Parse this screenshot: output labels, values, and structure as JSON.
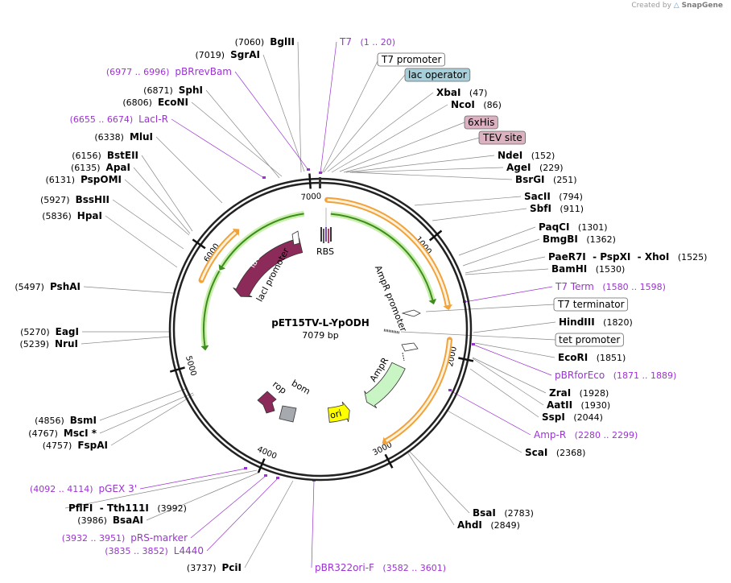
{
  "credit": {
    "prefix": "Created by",
    "brand": "SnapGene"
  },
  "plasmid": {
    "name": "pET15TV-L-YpODH",
    "length_label": "7079 bp",
    "length": 7079
  },
  "tick_labels": [
    "7000",
    "1000",
    "2000",
    "3000",
    "4000",
    "5000",
    "6000"
  ],
  "arc_features": [
    {
      "name": "lacI",
      "kind": "cds",
      "color": "#8c2b5a"
    },
    {
      "name": "lacI promoter",
      "kind": "promoter",
      "color": "#ffffff"
    },
    {
      "name": "AmpR promoter",
      "kind": "promoter",
      "color": "#ffffff"
    },
    {
      "name": "AmpR",
      "kind": "cds",
      "color": "#c9f5c4"
    },
    {
      "name": "ori",
      "kind": "origin",
      "color": "#ffff00"
    },
    {
      "name": "rop",
      "kind": "cds",
      "color": "#8c2b5a"
    },
    {
      "name": "bom",
      "kind": "misc",
      "color": "#a6a9ae"
    },
    {
      "name": "RBS",
      "kind": "rbs",
      "color": "#ffffff"
    }
  ],
  "labels": [
    {
      "pos": "(7060)",
      "name": "BglII",
      "kind": "site"
    },
    {
      "pos": "(7019)",
      "name": "SgrAI",
      "kind": "site"
    },
    {
      "pos": "(6977 .. 6996)",
      "name": "pBRrevBam",
      "kind": "primer"
    },
    {
      "pos": "(6871)",
      "name": "SphI",
      "kind": "site"
    },
    {
      "pos": "(6806)",
      "name": "EcoNI",
      "kind": "site"
    },
    {
      "pos": "(6655 .. 6674)",
      "name": "LacI-R",
      "kind": "primer"
    },
    {
      "pos": "(6338)",
      "name": "MluI",
      "kind": "site"
    },
    {
      "pos": "(6156)",
      "name": "BstEII",
      "kind": "site"
    },
    {
      "pos": "(6135)",
      "name": "ApaI",
      "kind": "site"
    },
    {
      "pos": "(6131)",
      "name": "PspOMI",
      "kind": "site"
    },
    {
      "pos": "(5927)",
      "name": "BssHII",
      "kind": "site"
    },
    {
      "pos": "(5836)",
      "name": "HpaI",
      "kind": "site"
    },
    {
      "pos": "(5497)",
      "name": "PshAI",
      "kind": "site"
    },
    {
      "pos": "(5270)",
      "name": "EagI",
      "kind": "site"
    },
    {
      "pos": "(5239)",
      "name": "NruI",
      "kind": "site"
    },
    {
      "pos": "(4856)",
      "name": "BsmI",
      "kind": "site"
    },
    {
      "pos": "(4767)",
      "name": "MscI *",
      "kind": "site"
    },
    {
      "pos": "(4757)",
      "name": "FspAI",
      "kind": "site"
    },
    {
      "pos": "(4092 .. 4114)",
      "name": "pGEX 3'",
      "kind": "primer"
    },
    {
      "pos": "(3992)",
      "name": "PflFI",
      "name2": "- Tth111I",
      "kind": "site"
    },
    {
      "pos": "(3986)",
      "name": "BsaAI",
      "kind": "site"
    },
    {
      "pos": "(3932 .. 3951)",
      "name": "pRS-marker",
      "kind": "primer"
    },
    {
      "pos": "(3835 .. 3852)",
      "name": "L4440",
      "kind": "primer"
    },
    {
      "pos": "(3737)",
      "name": "PciI",
      "kind": "site"
    },
    {
      "pos": "(3582 .. 3601)",
      "name": "pBR322ori-F",
      "kind": "primer"
    },
    {
      "pos": "(1 .. 20)",
      "name": "T7",
      "kind": "primer"
    },
    {
      "name": "T7 promoter",
      "kind": "box"
    },
    {
      "name": "lac operator",
      "kind": "box_blue"
    },
    {
      "pos": "(47)",
      "name": "XbaI",
      "kind": "site"
    },
    {
      "pos": "(86)",
      "name": "NcoI",
      "kind": "site"
    },
    {
      "name": "6xHis",
      "kind": "box_pink"
    },
    {
      "name": "TEV site",
      "kind": "box_pink"
    },
    {
      "pos": "(152)",
      "name": "NdeI",
      "kind": "site"
    },
    {
      "pos": "(229)",
      "name": "AgeI",
      "kind": "site"
    },
    {
      "pos": "(251)",
      "name": "BsrGI",
      "kind": "site"
    },
    {
      "pos": "(794)",
      "name": "SacII",
      "kind": "site"
    },
    {
      "pos": "(911)",
      "name": "SbfI",
      "kind": "site"
    },
    {
      "pos": "(1301)",
      "name": "PaqCI",
      "kind": "site"
    },
    {
      "pos": "(1362)",
      "name": "BmgBI",
      "kind": "site"
    },
    {
      "pos": "(1525)",
      "name": "PaeR7I",
      "name2": "- PspXI",
      "name3": "- XhoI",
      "kind": "site"
    },
    {
      "pos": "(1530)",
      "name": "BamHI",
      "kind": "site"
    },
    {
      "pos": "(1580 .. 1598)",
      "name": "T7 Term",
      "kind": "primer"
    },
    {
      "name": "T7 terminator",
      "kind": "box"
    },
    {
      "pos": "(1820)",
      "name": "HindIII",
      "kind": "site"
    },
    {
      "name": "tet promoter",
      "kind": "box"
    },
    {
      "pos": "(1851)",
      "name": "EcoRI",
      "kind": "site"
    },
    {
      "pos": "(1871 .. 1889)",
      "name": "pBRforEco",
      "kind": "primer"
    },
    {
      "pos": "(1928)",
      "name": "ZraI",
      "kind": "site"
    },
    {
      "pos": "(1930)",
      "name": "AatII",
      "kind": "site"
    },
    {
      "pos": "(2044)",
      "name": "SspI",
      "kind": "site"
    },
    {
      "pos": "(2280 .. 2299)",
      "name": "Amp-R",
      "kind": "primer"
    },
    {
      "pos": "(2368)",
      "name": "ScaI",
      "kind": "site"
    },
    {
      "pos": "(2783)",
      "name": "BsaI",
      "kind": "site"
    },
    {
      "pos": "(2849)",
      "name": "AhdI",
      "kind": "site"
    }
  ]
}
